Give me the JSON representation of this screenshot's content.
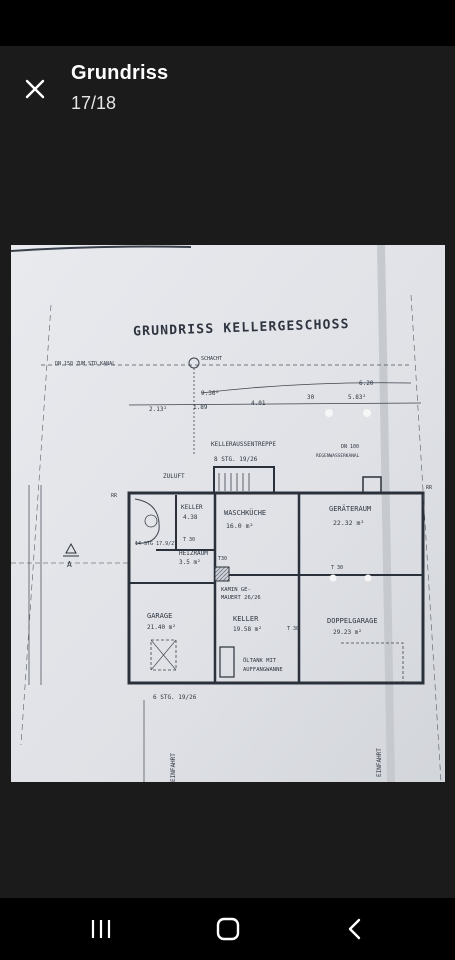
{
  "header": {
    "title": "Grundriss",
    "counter": "17/18",
    "close_icon": "close-icon"
  },
  "floorplan": {
    "title": "GRUNDRISS KELLERGESCHOSS",
    "labels": {
      "schacht": "SCHACHT",
      "canal": "DN 150 ZUM STD.KANAL",
      "dim_936": "9.36²",
      "dim_620": "6.20",
      "dim_401": "4.01",
      "dim_30a": "30",
      "dim_583": "5.83²",
      "dim_213": "2.13²",
      "dim_189": "1.89",
      "kelleraussentreppe": "KELLERAUSSENTREPPE",
      "dn100": "DN 100",
      "regenwasser": "REGENWASSERKANAL",
      "stg_outside": "8 STG. 19/26",
      "zuluft": "ZULUFT",
      "geraeteraum": "GERÄTERAUM",
      "geraeteraum_area": "22.32 m²",
      "waschkueche": "WASCHKÜCHE",
      "waschkueche_area": "16.0 m²",
      "keller_small": "KELLER",
      "keller_small_area": "4.38",
      "stg_inner": "14 STG 17.9/27",
      "heizraum": "HEIZRAUM",
      "heizraum_area": "3.5 m²",
      "t30_a": "T 30",
      "t30_b": "T30",
      "t30_c": "T 30",
      "t30_d": "T 30",
      "kamin": "KAMIN GE-",
      "kamin2": "MAUERT 26/26",
      "garage": "GARAGE",
      "garage_area": "21.40 m²",
      "keller": "KELLER",
      "keller_area": "19.58 m²",
      "doppelgarage": "DOPPELGARAGE",
      "doppelgarage_area": "29.23 m²",
      "oeltank": "ÖLTANK MIT",
      "oeltank2": "AUFFANGWANNE",
      "stg_bottom": "6 STG. 19/26",
      "einfahrt_left": "EINFAHRT",
      "einfahrt_right": "EINFAHRT",
      "marker_a": "A",
      "rr_left": "RR",
      "rr_right": "RR"
    }
  },
  "navbar": {
    "recents_icon": "recents-icon",
    "home_icon": "home-icon",
    "back_icon": "back-icon"
  }
}
